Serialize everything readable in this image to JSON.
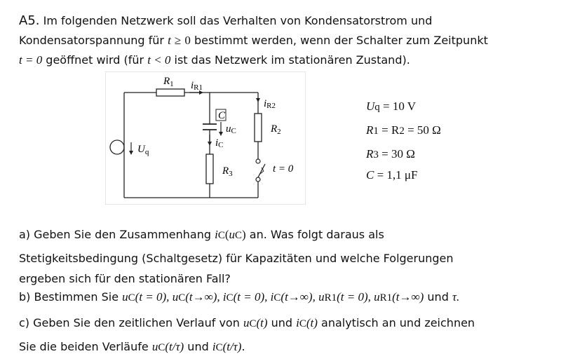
{
  "task": {
    "number": "A5.",
    "intro_l1": "Im folgenden Netzwerk soll das Verhalten von Kondensatorstrom und",
    "intro_l2a": "Kondensatorspannung für",
    "t_sym": "t",
    "geq": "≥",
    "zero": "0",
    "intro_l2b": "bestimmt werden, wenn der Schalter zum Zeitpunkt",
    "t_eq_0": "t = 0",
    "intro_l3a": "geöffnet wird (für",
    "t_lt_0": "t < 0",
    "intro_l3b": "ist das Netzwerk im stationären Zustand)."
  },
  "circuit": {
    "label_r1": "R",
    "label_r1_sub": "1",
    "label_ir1": "i",
    "label_ir1_sub": "R1",
    "label_c": "C",
    "label_uc": "u",
    "label_uc_sub": "C",
    "label_ic": "i",
    "label_ic_sub": "C",
    "label_ir2": "i",
    "label_ir2_sub": "R2",
    "label_r2": "R",
    "label_r2_sub": "2",
    "label_r3": "R",
    "label_r3_sub": "3",
    "label_uq": "U",
    "label_uq_sub": "q",
    "label_switch": "t = 0"
  },
  "values": [
    {
      "name": "U",
      "sub": "q",
      "rest": " = 10 V"
    },
    {
      "name": "R",
      "sub": "1",
      "rest": " = R"
    },
    {
      "name": "R",
      "sub": "3",
      "rest": " = 30 Ω"
    },
    {
      "name": "C",
      "sub": "",
      "rest": " = 1,1 μF"
    }
  ],
  "values_extra": {
    "r2_sub": "2",
    "r_rest": " = 50 Ω"
  },
  "parts": {
    "a_l1a": "a) Geben Sie den Zusammenhang",
    "a_ic": "i",
    "a_ic_sub": "C",
    "a_open": "(",
    "a_uc": "u",
    "a_uc_sub": "C",
    "a_close": ")",
    "a_l1b": "an. Was folgt daraus als",
    "a_l2": "Stetigkeitsbedingung (Schaltgesetz) für Kapazitäten und welche Folgerungen",
    "a_l3": "ergeben sich für den stationären Fall?",
    "b_prefix": "b) Bestimmen Sie",
    "b_t0": "(t = 0), ",
    "b_tinf": "(t→∞), ",
    "b_tinf_last": "(t→∞)",
    "b_und": "und",
    "b_tau": "τ.",
    "b_u": "u",
    "b_i": "i",
    "b_c": "C",
    "b_r1": "R1",
    "c_l1a": "c) Geben Sie den zeitlichen Verlauf von",
    "c_t": "(t)",
    "c_und": "und",
    "c_l1b": "analytisch an und zeichnen",
    "c_l2a": "Sie die beiden Verläufe",
    "c_ttau": "(t/τ)",
    "c_end": "."
  }
}
